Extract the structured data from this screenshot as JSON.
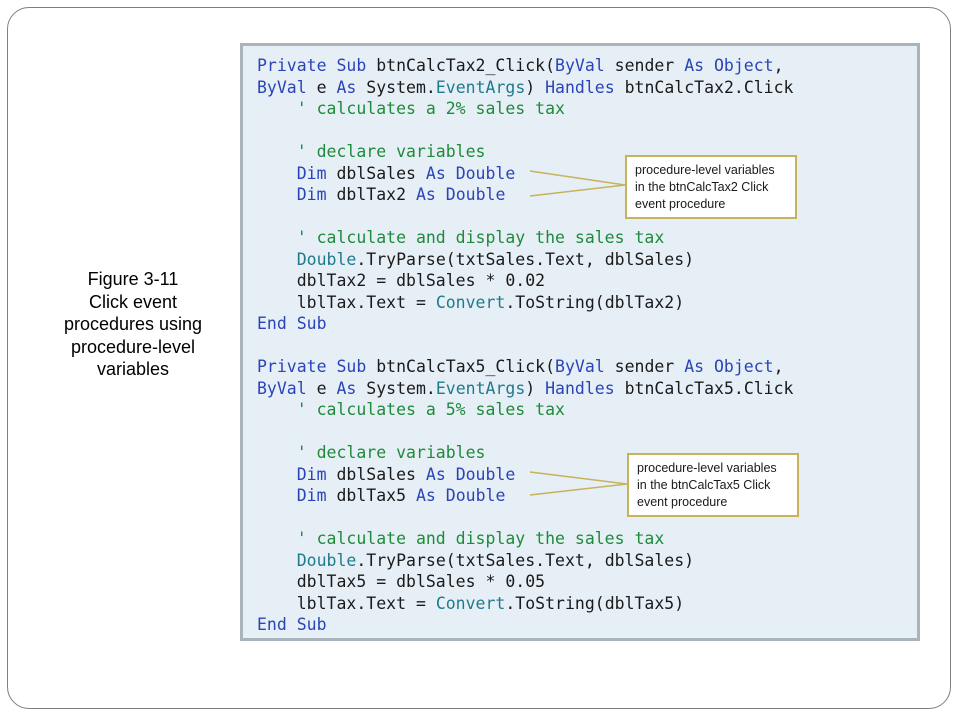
{
  "caption": {
    "line1": "Figure 3-11",
    "line2": "Click event",
    "line3": "procedures using",
    "line4": "procedure-level",
    "line5": "variables"
  },
  "code_lines": [
    [
      {
        "t": "kw",
        "s": "Private Sub "
      },
      {
        "t": "tx",
        "s": "btnCalcTax2_Click("
      },
      {
        "t": "kw",
        "s": "ByVal "
      },
      {
        "t": "tx",
        "s": "sender "
      },
      {
        "t": "kw",
        "s": "As "
      },
      {
        "t": "kw",
        "s": "Object"
      },
      {
        "t": "tx",
        "s": ","
      }
    ],
    [
      {
        "t": "kw",
        "s": "ByVal "
      },
      {
        "t": "tx",
        "s": "e "
      },
      {
        "t": "kw",
        "s": "As "
      },
      {
        "t": "tx",
        "s": "System."
      },
      {
        "t": "ty",
        "s": "EventArgs"
      },
      {
        "t": "tx",
        "s": ") "
      },
      {
        "t": "kw",
        "s": "Handles "
      },
      {
        "t": "tx",
        "s": "btnCalcTax2.Click"
      }
    ],
    [
      {
        "t": "cm",
        "s": "    ' calculates a 2% sales tax"
      }
    ],
    [],
    [
      {
        "t": "cm",
        "s": "    ' declare variables"
      }
    ],
    [
      {
        "t": "kw",
        "s": "    Dim "
      },
      {
        "t": "tx",
        "s": "dblSales "
      },
      {
        "t": "kw",
        "s": "As Double"
      }
    ],
    [
      {
        "t": "kw",
        "s": "    Dim "
      },
      {
        "t": "tx",
        "s": "dblTax2 "
      },
      {
        "t": "kw",
        "s": "As Double"
      }
    ],
    [],
    [
      {
        "t": "cm",
        "s": "    ' calculate and display the sales tax"
      }
    ],
    [
      {
        "t": "ty",
        "s": "    Double"
      },
      {
        "t": "tx",
        "s": ".TryParse(txtSales.Text, dblSales)"
      }
    ],
    [
      {
        "t": "tx",
        "s": "    dblTax2 = dblSales * 0.02"
      }
    ],
    [
      {
        "t": "tx",
        "s": "    lblTax.Text = "
      },
      {
        "t": "ty",
        "s": "Convert"
      },
      {
        "t": "tx",
        "s": ".ToString(dblTax2)"
      }
    ],
    [
      {
        "t": "kw",
        "s": "End Sub"
      }
    ],
    [],
    [
      {
        "t": "kw",
        "s": "Private Sub "
      },
      {
        "t": "tx",
        "s": "btnCalcTax5_Click("
      },
      {
        "t": "kw",
        "s": "ByVal "
      },
      {
        "t": "tx",
        "s": "sender "
      },
      {
        "t": "kw",
        "s": "As "
      },
      {
        "t": "kw",
        "s": "Object"
      },
      {
        "t": "tx",
        "s": ","
      }
    ],
    [
      {
        "t": "kw",
        "s": "ByVal "
      },
      {
        "t": "tx",
        "s": "e "
      },
      {
        "t": "kw",
        "s": "As "
      },
      {
        "t": "tx",
        "s": "System."
      },
      {
        "t": "ty",
        "s": "EventArgs"
      },
      {
        "t": "tx",
        "s": ") "
      },
      {
        "t": "kw",
        "s": "Handles "
      },
      {
        "t": "tx",
        "s": "btnCalcTax5.Click"
      }
    ],
    [
      {
        "t": "cm",
        "s": "    ' calculates a 5% sales tax"
      }
    ],
    [],
    [
      {
        "t": "cm",
        "s": "    ' declare variables"
      }
    ],
    [
      {
        "t": "kw",
        "s": "    Dim "
      },
      {
        "t": "tx",
        "s": "dblSales "
      },
      {
        "t": "kw",
        "s": "As Double"
      }
    ],
    [
      {
        "t": "kw",
        "s": "    Dim "
      },
      {
        "t": "tx",
        "s": "dblTax5 "
      },
      {
        "t": "kw",
        "s": "As Double"
      }
    ],
    [],
    [
      {
        "t": "cm",
        "s": "    ' calculate and display the sales tax"
      }
    ],
    [
      {
        "t": "ty",
        "s": "    Double"
      },
      {
        "t": "tx",
        "s": ".TryParse(txtSales.Text, dblSales)"
      }
    ],
    [
      {
        "t": "tx",
        "s": "    dblTax5 = dblSales * 0.05"
      }
    ],
    [
      {
        "t": "tx",
        "s": "    lblTax.Text = "
      },
      {
        "t": "ty",
        "s": "Convert"
      },
      {
        "t": "tx",
        "s": ".ToString(dblTax5)"
      }
    ],
    [
      {
        "t": "kw",
        "s": "End Sub"
      }
    ]
  ],
  "callouts": {
    "first": {
      "line1": "procedure-level variables",
      "line2": "in the btnCalcTax2 Click",
      "line3": "event procedure"
    },
    "second": {
      "line1": "procedure-level variables",
      "line2": "in the btnCalcTax5 Click",
      "line3": "event procedure"
    }
  },
  "colors": {
    "keyword": "#2a44b8",
    "type": "#1f7a8c",
    "comment": "#1f8a3a",
    "panel_background": "#e6eff6",
    "callout_border": "#c8b25a"
  }
}
